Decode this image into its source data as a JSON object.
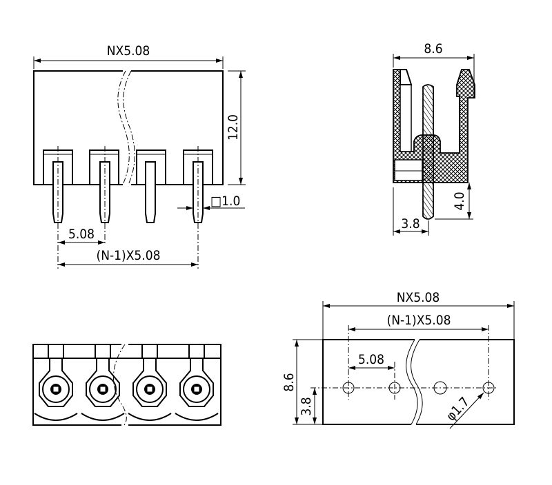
{
  "drawing": {
    "front_view": {
      "width_label": "NX5.08",
      "height_label": "12.0",
      "pin_size_label": "□1.0",
      "pitch_label": "5.08",
      "span_label": "(N-1)X5.08"
    },
    "side_view": {
      "depth_label": "8.6",
      "pin_length_label": "4.0",
      "pin_offset_label": "3.8"
    },
    "top_view": {},
    "pcb_layout": {
      "width_label": "NX5.08",
      "span_label": "(N-1)X5.08",
      "pitch_label": "5.08",
      "depth_label": "8.6",
      "hole_offset_label": "3.8",
      "hole_diameter_label": "φ1.7"
    }
  },
  "colors": {
    "line": "#000000",
    "background": "#ffffff"
  }
}
